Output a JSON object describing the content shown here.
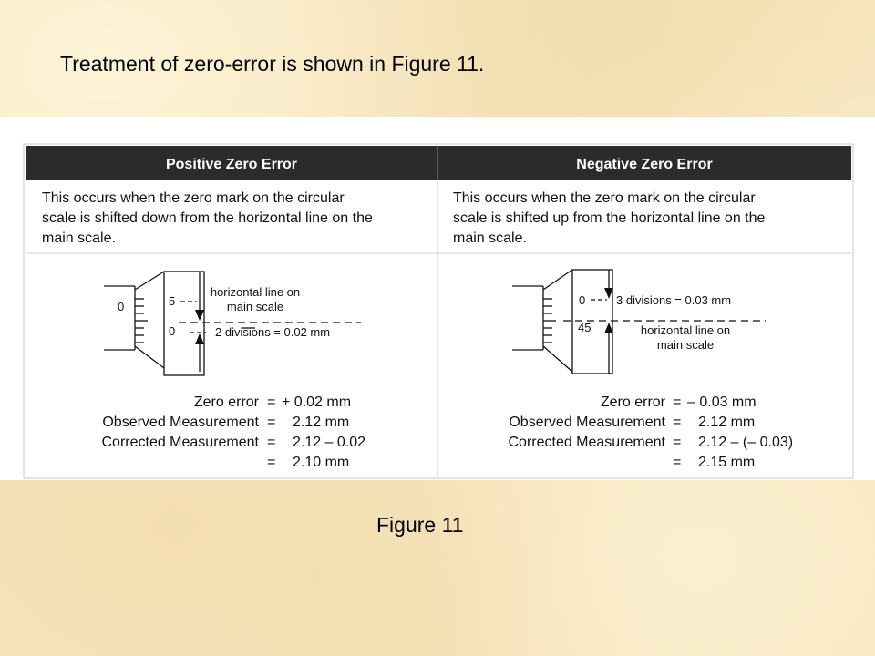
{
  "title": "Treatment of zero-error is shown in Figure 11.",
  "caption": "Figure 11",
  "positive": {
    "header": "Positive Zero Error",
    "description": [
      "This occurs when the zero mark on the circular",
      "scale is shifted down from the horizontal line on the",
      "main scale."
    ],
    "main_scale_zero": "0",
    "thimble_top": "5",
    "thimble_zero": "0",
    "hline_label": [
      "horizontal line on",
      "main scale"
    ],
    "divisions_label": "2 divisions = 0.02 mm",
    "equations": [
      {
        "label": "Zero error",
        "eq": "=",
        "value": "+ 0.02 mm"
      },
      {
        "label": "Observed Measurement",
        "eq": "=",
        "value": "2.12 mm"
      },
      {
        "label": "Corrected Measurement",
        "eq": "=",
        "value": "2.12 – 0.02"
      },
      {
        "label": "",
        "eq": "=",
        "value": "2.10 mm"
      }
    ]
  },
  "negative": {
    "header": "Negative Zero Error",
    "description": [
      "This occurs when the zero mark on the circular",
      "scale is shifted up from the horizontal line on the",
      "main scale."
    ],
    "thimble_zero": "0",
    "thimble_bottom": "45",
    "divisions_label": "3 divisions = 0.03 mm",
    "hline_label": [
      "horizontal line on",
      "main scale"
    ],
    "equations": [
      {
        "label": "Zero error",
        "eq": "=",
        "value": "– 0.03 mm"
      },
      {
        "label": "Observed Measurement",
        "eq": "=",
        "value": "2.12 mm"
      },
      {
        "label": "Corrected Measurement",
        "eq": "=",
        "value": "2.12 – (– 0.03)"
      },
      {
        "label": "",
        "eq": "=",
        "value": "2.15 mm"
      }
    ]
  },
  "colors": {
    "background": "#f7e6bf",
    "header_bar": "#2b2b2b",
    "grid_line": "#c8c8c8"
  }
}
